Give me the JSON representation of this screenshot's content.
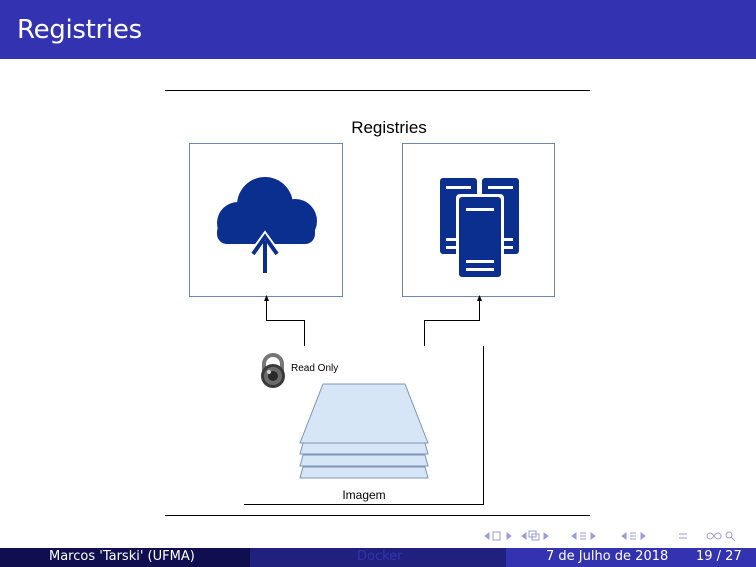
{
  "slide": {
    "title": "Registries"
  },
  "figure": {
    "title": "Registries",
    "read_only_label": "Read Only",
    "image_label": "Imagem",
    "colors": {
      "icon_blue": "#0b2f8f",
      "layer_fill": "#d6e6f7",
      "layer_stroke": "#7d94b5"
    }
  },
  "footer": {
    "author": "Marcos 'Tarski' (UFMA)",
    "short_title": "Docker",
    "date": "7 de Julho de 2018",
    "page": "19 / 27"
  },
  "colors": {
    "header_bg": "#3333b2",
    "footer_dark": "#0f0f4f",
    "footer_mid": "#20207f"
  }
}
